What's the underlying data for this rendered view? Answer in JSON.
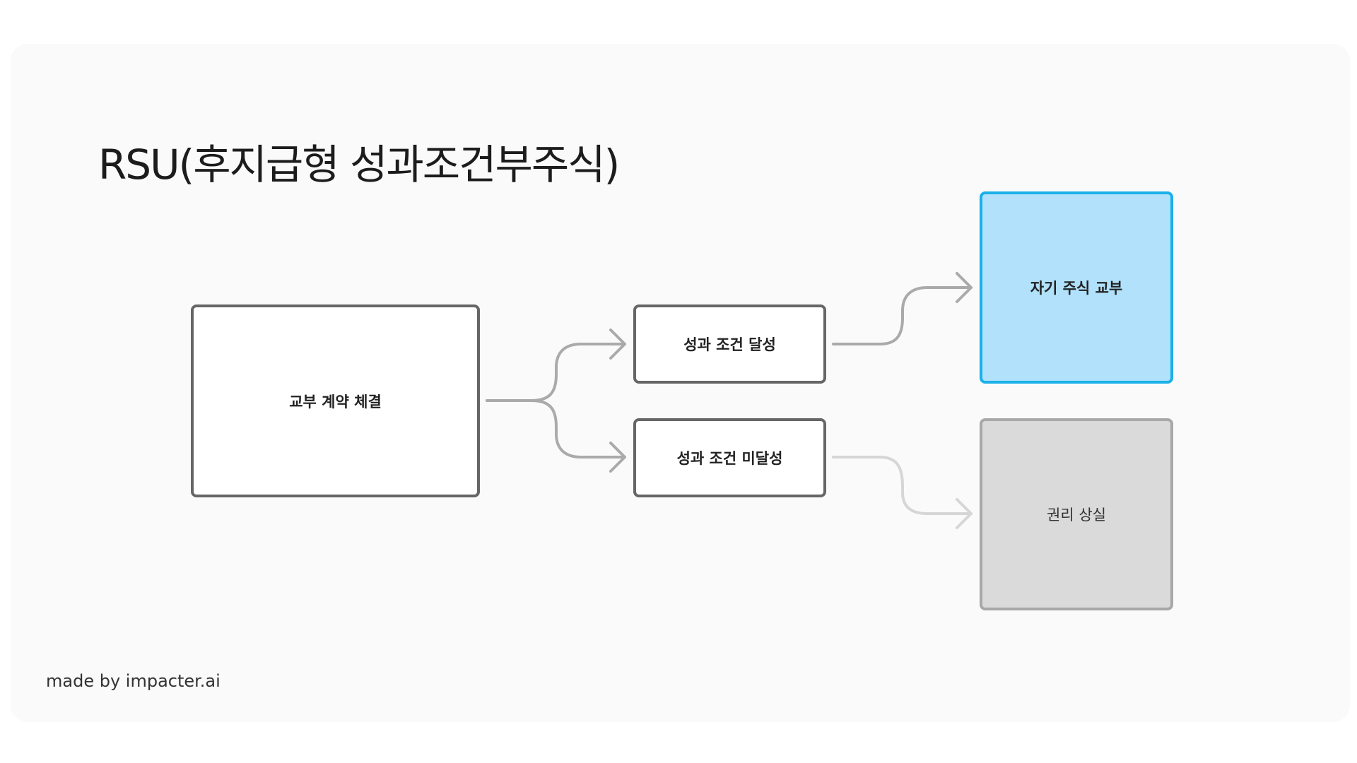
{
  "title": "RSU(후지급형 성과조건부주식)",
  "nodes": {
    "contract": "교부 계약 체결",
    "achieved": "성과 조건 달성",
    "not_achieved": "성과 조건 미달성",
    "grant_shares": "자기 주식 교부",
    "forfeit": "권리 상실"
  },
  "colors": {
    "highlight_fill": "#b1e1fb",
    "highlight_border": "#1ab0e8",
    "inactive_fill": "#dadada"
  },
  "footer": "made by impacter.ai"
}
